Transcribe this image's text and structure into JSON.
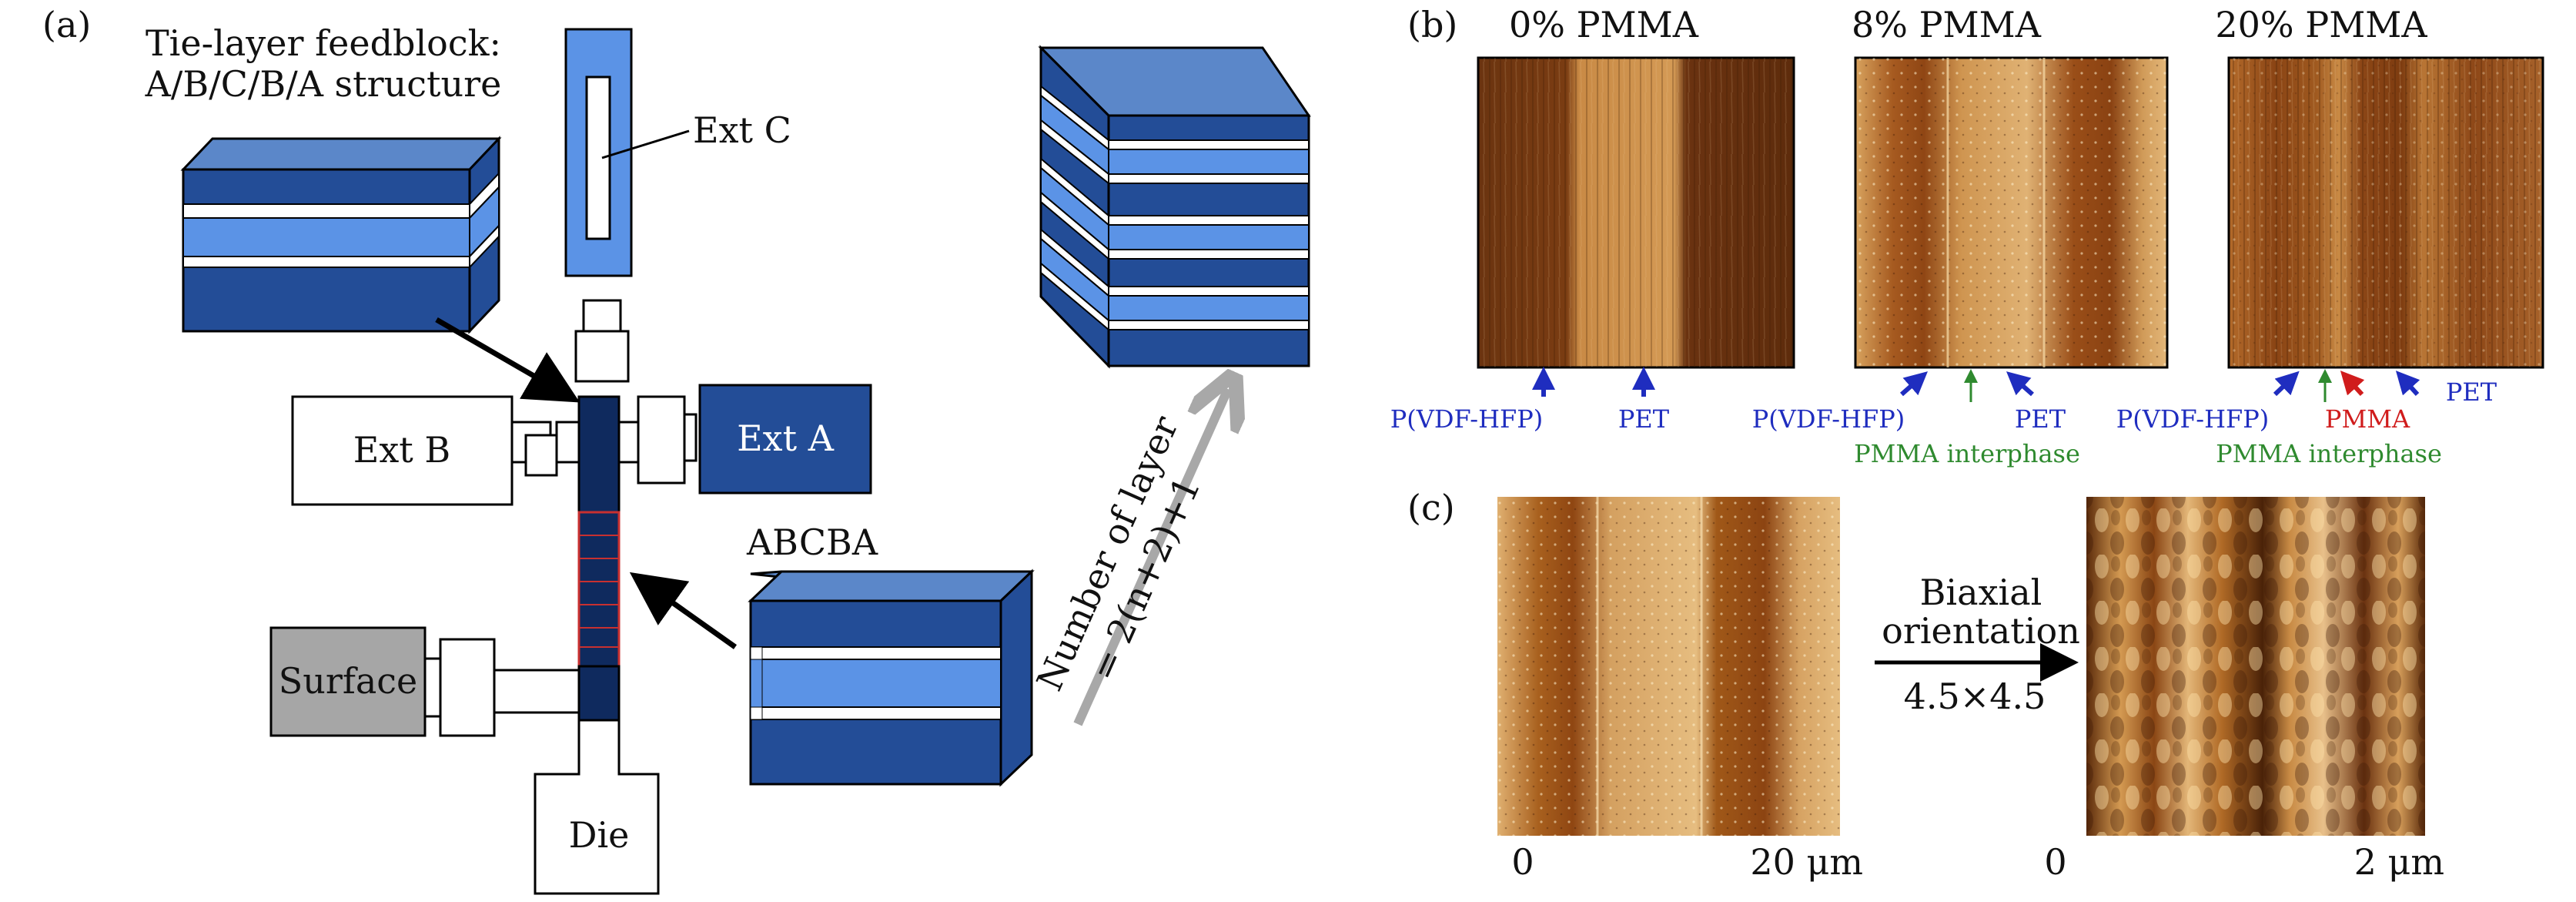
{
  "panel_a": {
    "label": "(a)",
    "feedblock_title_1": "Tie-layer feedblock:",
    "feedblock_title_2": "A/B/C/B/A structure",
    "ext_c": "Ext C",
    "ext_b": "Ext B",
    "ext_a": "Ext A",
    "surface": "Surface",
    "die": "Die",
    "abcba": "ABCBA",
    "layer_formula_1": "Number of layer",
    "layer_formula_2": "= 2(n+2)+1"
  },
  "panel_b": {
    "label": "(b)",
    "images": [
      {
        "title": "0% PMMA"
      },
      {
        "title": "8% PMMA"
      },
      {
        "title": "20% PMMA"
      }
    ],
    "annotations": {
      "pvdf": "P(VDF-HFP)",
      "pet": "PET",
      "pmma": "PMMA",
      "interphase": "PMMA interphase"
    }
  },
  "panel_c": {
    "label": "(c)",
    "arrow_text_1": "Biaxial",
    "arrow_text_2": "orientation",
    "arrow_text_3": "4.5×4.5",
    "scale_left_start": "0",
    "scale_left_end": "20 μm",
    "scale_right_start": "0",
    "scale_right_end": "2 μm"
  },
  "colors": {
    "dark_navy": "#0f2a5e",
    "mid_blue": "#22509c",
    "light_blue": "#5b93e6",
    "afm_dark": "#5a2c0c",
    "afm_light": "#d6a05a",
    "arrow_blue": "#1f2dbf",
    "arrow_green": "#2f8a2f",
    "arrow_red": "#d01c1c"
  }
}
